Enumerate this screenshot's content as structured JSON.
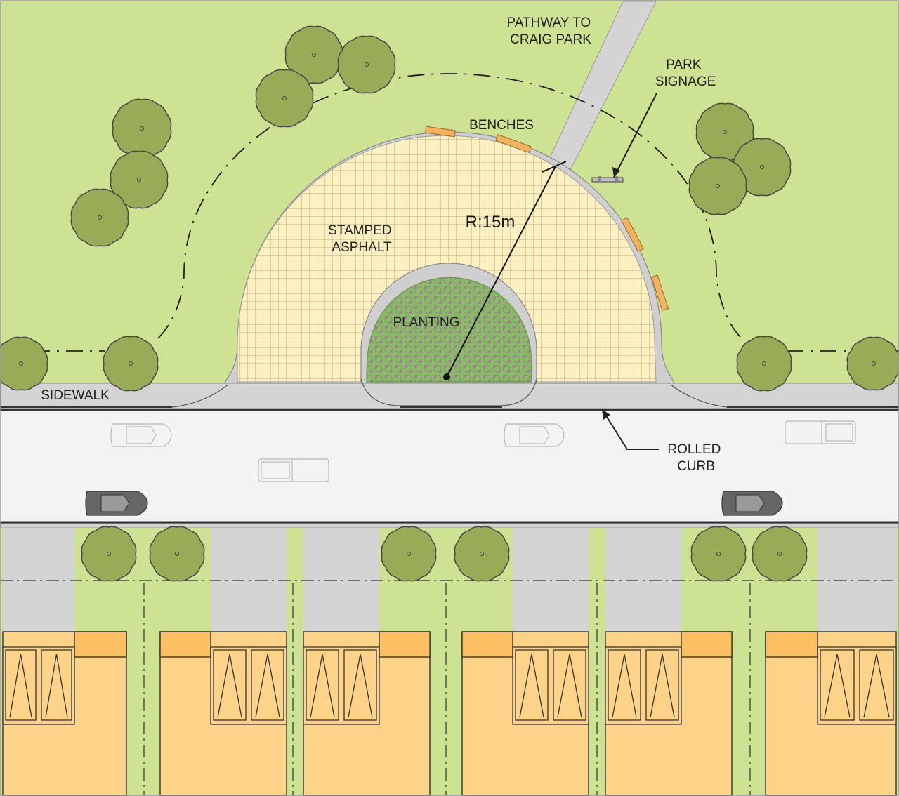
{
  "labels": {
    "pathway": [
      "PATHWAY TO",
      "CRAIG PARK"
    ],
    "park_signage": [
      "PARK",
      "SIGNAGE"
    ],
    "benches": "BENCHES",
    "radius": "R:15m",
    "stamped_asphalt": [
      "STAMPED",
      "ASPHALT"
    ],
    "planting": "PLANTING",
    "sidewalk": "SIDEWALK",
    "rolled_curb": [
      "ROLLED",
      "CURB"
    ]
  },
  "colors": {
    "grass": "#cde293",
    "paving": "#fdf0c0",
    "planting": "#8dba6a",
    "planting_dots": "#b07aa8",
    "concrete": "#d4d4d4",
    "road": "#f3f3f3",
    "bench": "#f2b35f",
    "house": "#fdd38a",
    "garage": "#fcc062",
    "tree": "#98ab57"
  }
}
